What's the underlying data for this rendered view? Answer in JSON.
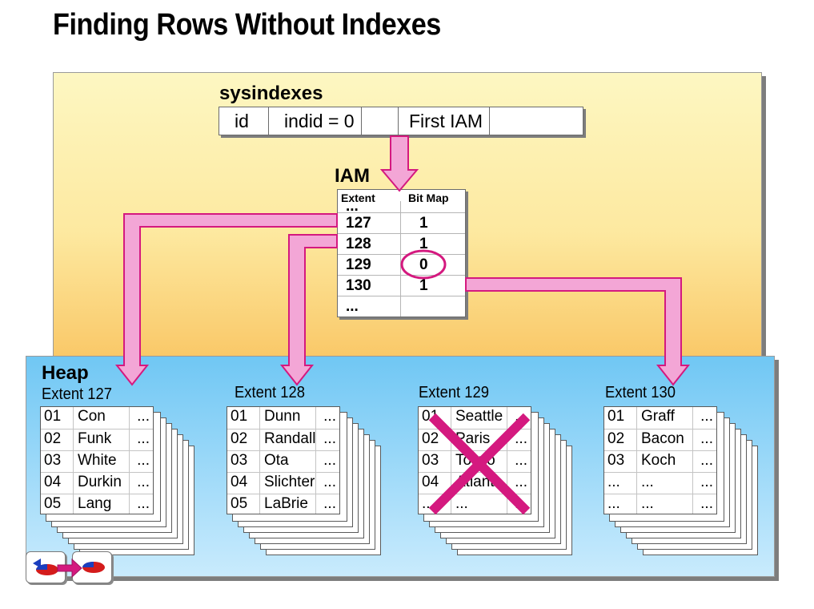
{
  "title": "Finding Rows Without Indexes",
  "sysindexes": {
    "title": "sysindexes",
    "cells": [
      "id",
      "indid = 0",
      "",
      "First IAM",
      ""
    ]
  },
  "iam": {
    "title": "IAM",
    "col_extent": "Extent",
    "col_bitmap": "Bit Map",
    "rows": [
      {
        "extent": "...",
        "bit": ""
      },
      {
        "extent": "127",
        "bit": "1"
      },
      {
        "extent": "128",
        "bit": "1"
      },
      {
        "extent": "129",
        "bit": "0"
      },
      {
        "extent": "130",
        "bit": "1"
      },
      {
        "extent": "...",
        "bit": ""
      }
    ]
  },
  "heap": {
    "title": "Heap",
    "extents": [
      {
        "label": "Extent 127",
        "rows": [
          [
            "01",
            "Con",
            "..."
          ],
          [
            "02",
            "Funk",
            "..."
          ],
          [
            "03",
            "White",
            "..."
          ],
          [
            "04",
            "Durkin",
            "..."
          ],
          [
            "05",
            "Lang",
            "..."
          ]
        ]
      },
      {
        "label": "Extent 128",
        "rows": [
          [
            "01",
            "Dunn",
            "..."
          ],
          [
            "02",
            "Randall",
            "..."
          ],
          [
            "03",
            "Ota",
            "..."
          ],
          [
            "04",
            "Slichter",
            "..."
          ],
          [
            "05",
            "LaBrie",
            "..."
          ]
        ]
      },
      {
        "label": "Extent 129",
        "rows": [
          [
            "01",
            "Seattle",
            "..."
          ],
          [
            "02",
            "Paris",
            "..."
          ],
          [
            "03",
            "Tokyo",
            "..."
          ],
          [
            "04",
            "Atlanta",
            "..."
          ],
          [
            "...",
            "...",
            "..."
          ]
        ]
      },
      {
        "label": "Extent 130",
        "rows": [
          [
            "01",
            "Graff",
            "..."
          ],
          [
            "02",
            "Bacon",
            "..."
          ],
          [
            "03",
            "Koch",
            "..."
          ],
          [
            "...",
            "...",
            "..."
          ],
          [
            "...",
            "...",
            "..."
          ]
        ]
      }
    ]
  },
  "colors": {
    "arrow_fill": "#f3a6d6",
    "arrow_stroke": "#d4197f",
    "cross": "#d4197f"
  }
}
